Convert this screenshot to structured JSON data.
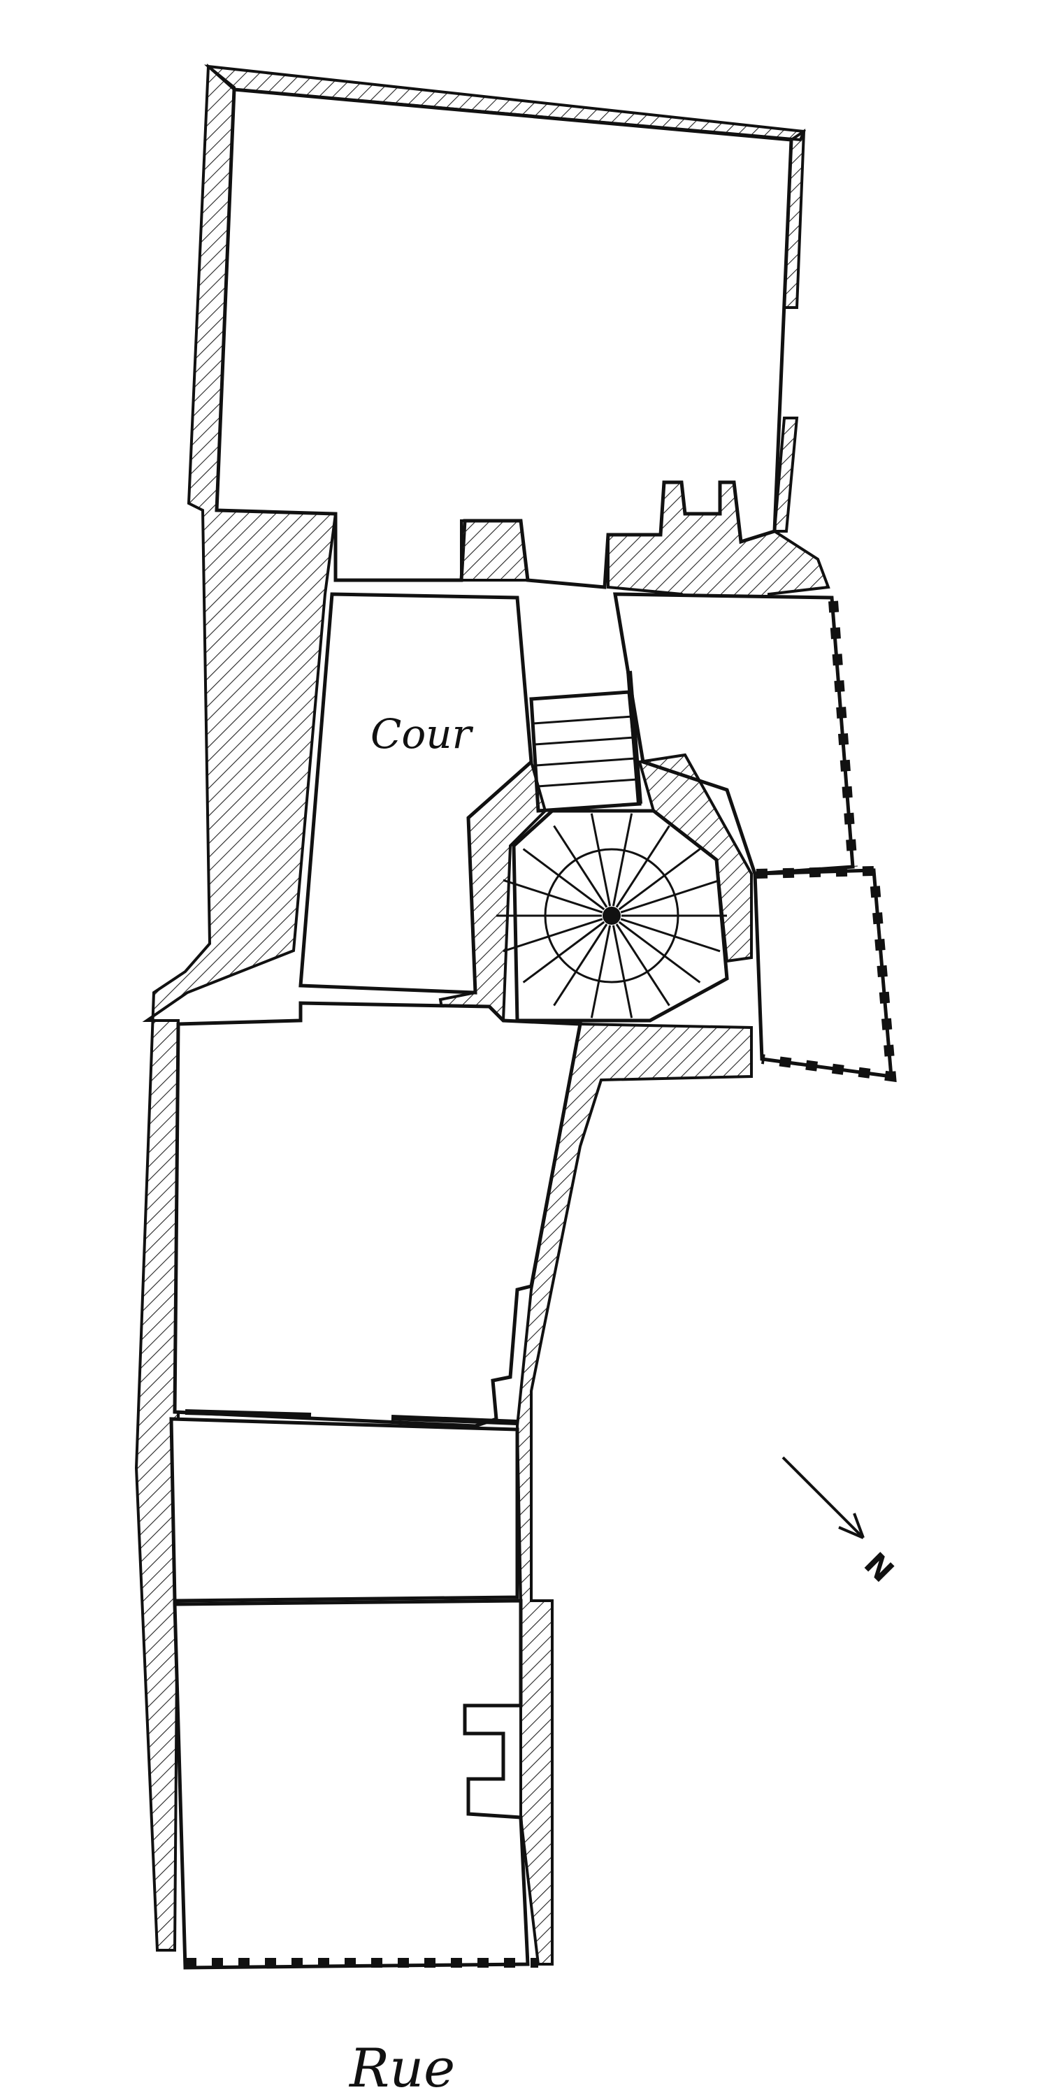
{
  "labels": {
    "courtyard": "Cour",
    "street": "Rue",
    "north": "N"
  },
  "colors": {
    "ink": "#111111",
    "paper": "#ffffff"
  },
  "icons": {
    "north_arrow": "arrow-icon",
    "spiral_stair": "spiral-staircase-icon"
  }
}
